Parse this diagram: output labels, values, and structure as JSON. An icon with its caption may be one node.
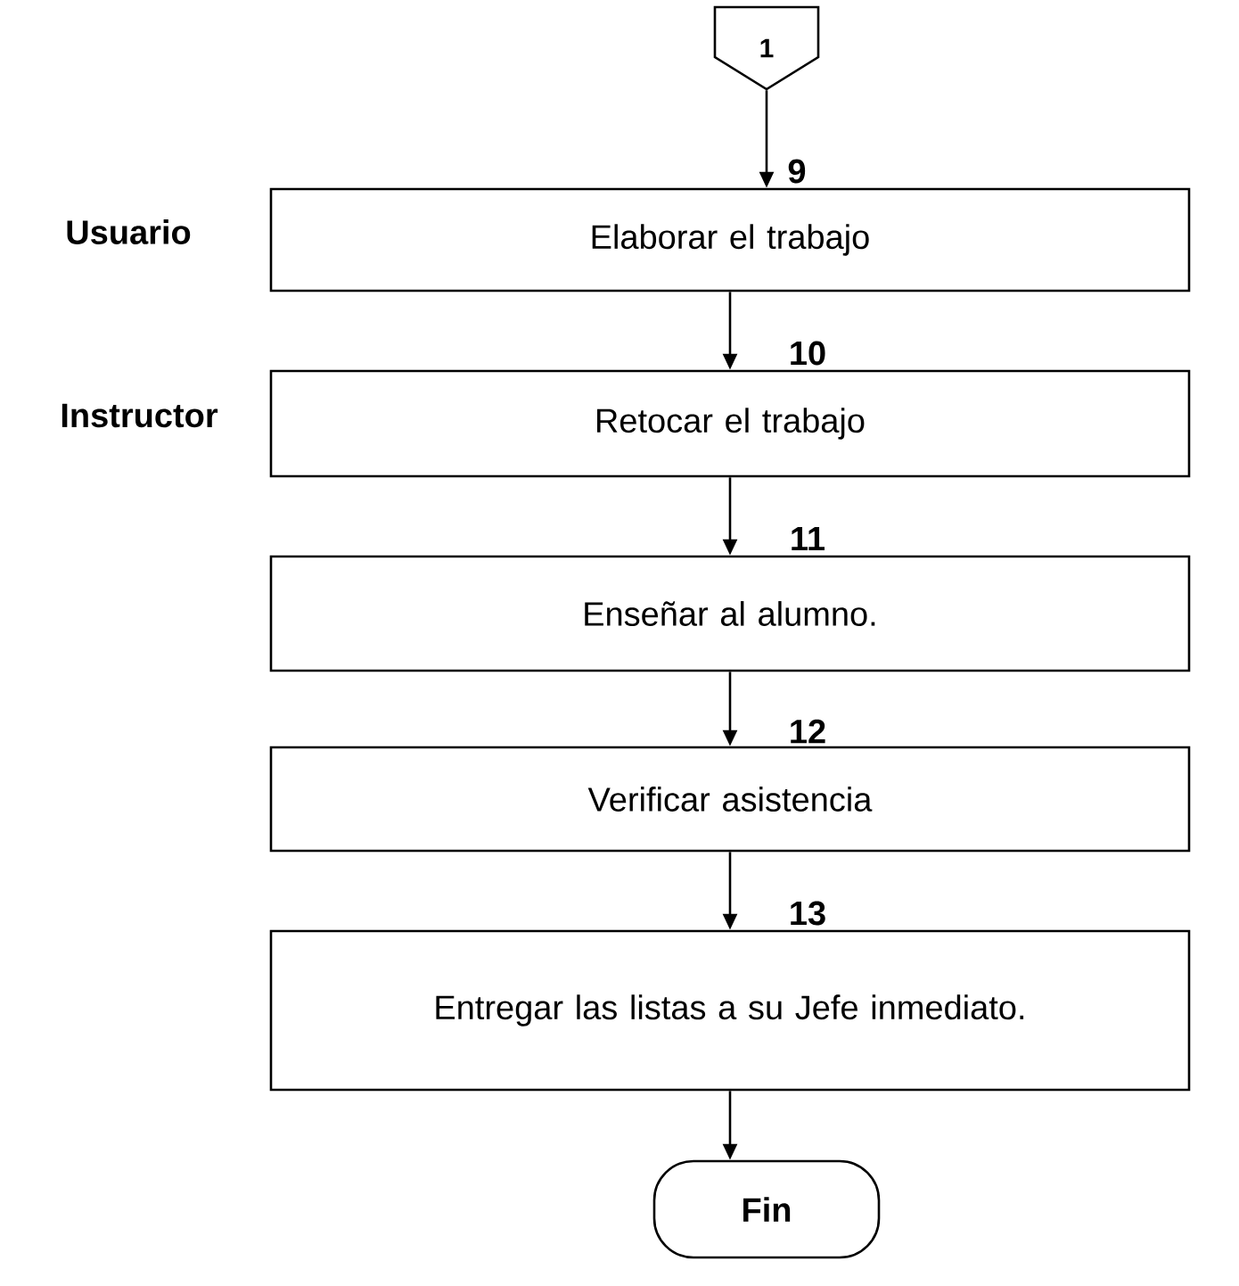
{
  "diagram": {
    "nodes": [
      {
        "text": [
          "1"
        ]
      },
      {
        "text": [
          "Elaborar el trabajo"
        ],
        "beside": [
          "9"
        ]
      },
      {
        "text": [
          "Retocar el trabajo"
        ],
        "beside": [
          "10"
        ]
      },
      {
        "text": [
          "Enseñar al alumno."
        ],
        "beside": [
          "11"
        ]
      },
      {
        "text": [
          "Verificar asistencia"
        ],
        "beside": [
          "12"
        ]
      },
      {
        "text": [
          "Entregar las listas a su Jefe inmediato."
        ],
        "beside": [
          "13"
        ]
      },
      {
        "text": [
          "Fin"
        ]
      }
    ],
    "edges": [
      {
        "from": 0,
        "to": 1,
        "arrow": "to"
      },
      {
        "from": 1,
        "to": 2,
        "arrow": "to"
      },
      {
        "from": 2,
        "to": 3,
        "arrow": "to"
      },
      {
        "from": 3,
        "to": 4,
        "arrow": "to"
      },
      {
        "from": 4,
        "to": 5,
        "arrow": "to"
      },
      {
        "from": 5,
        "to": 6,
        "arrow": "to"
      }
    ],
    "labels": [
      "Usuario",
      "Instructor"
    ]
  }
}
